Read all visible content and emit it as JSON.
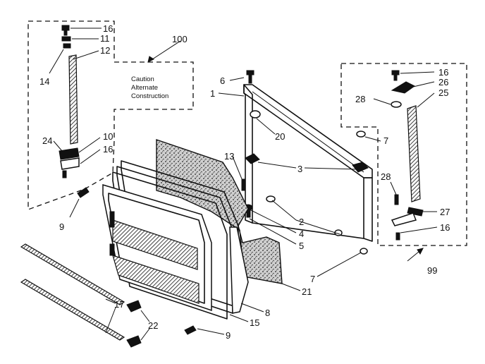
{
  "caption": {
    "lines": [
      "Caution",
      "Alternate",
      "Construction"
    ]
  },
  "labels": {
    "l16a": "16",
    "l11": "11",
    "l12": "12",
    "l14": "14",
    "l100": "100",
    "l24": "24",
    "l10": "10",
    "l16b": "16",
    "l9a": "9",
    "l6": "6",
    "l1": "1",
    "l20": "20",
    "l13": "13",
    "l3": "3",
    "l2": "2",
    "l4": "4",
    "l5": "5",
    "l21": "21",
    "l7a": "7",
    "l7b": "7",
    "l8": "8",
    "l15": "15",
    "l9b": "9",
    "l17": "17",
    "l22": "22",
    "l16c": "16",
    "l26": "26",
    "l25": "25",
    "l28a": "28",
    "l28b": "28",
    "l27": "27",
    "l16d": "16",
    "l99": "99"
  }
}
